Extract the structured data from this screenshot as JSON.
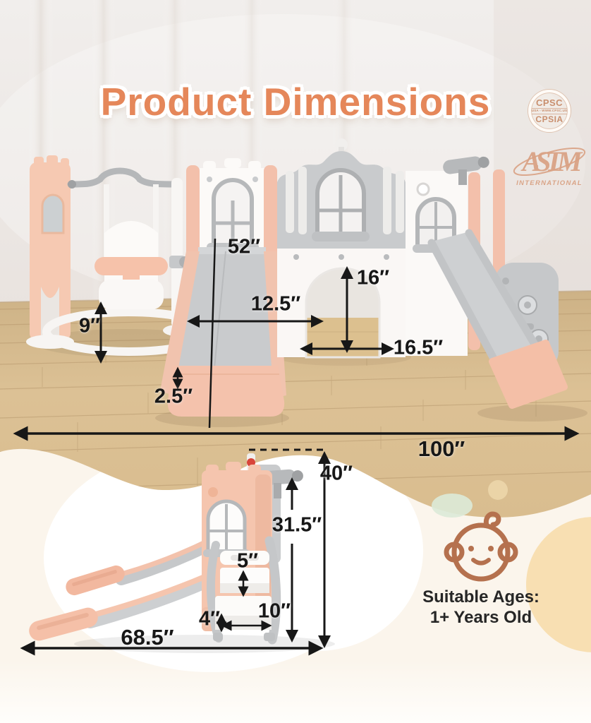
{
  "title": "Product Dimensions",
  "certifications": {
    "cpsc": {
      "line1": "CPSC",
      "line2": "USA - WWW.CPSC.US",
      "line3": "CPSIA"
    },
    "astm": {
      "name": "ASTM",
      "subtitle": "INTERNATIONAL"
    }
  },
  "main_view": {
    "dimensions": {
      "slide_length": "52″",
      "slide_width": "12.5″",
      "swing_seat_height": "9″",
      "slide_end_height": "2.5″",
      "doorway_height": "16″",
      "doorway_width": "16.5″",
      "overall_width": "100″"
    }
  },
  "side_view": {
    "dimensions": {
      "overall_height": "40″",
      "platform_height": "31.5″",
      "step_height": "5″",
      "step_depth": "10″",
      "step_rise": "4″",
      "overall_depth": "68.5″"
    }
  },
  "age_recommendation": {
    "line1": "Suitable Ages:",
    "line2": "1+ Years Old"
  },
  "colors": {
    "accent": "#e5875a",
    "certification": "#d9a183",
    "dimension_text": "#171717",
    "baby_icon": "#b5714e",
    "playset_pink": "#f5c5ae",
    "playset_gray": "#c9cbcd",
    "floor_wood": "#d8bd90"
  }
}
